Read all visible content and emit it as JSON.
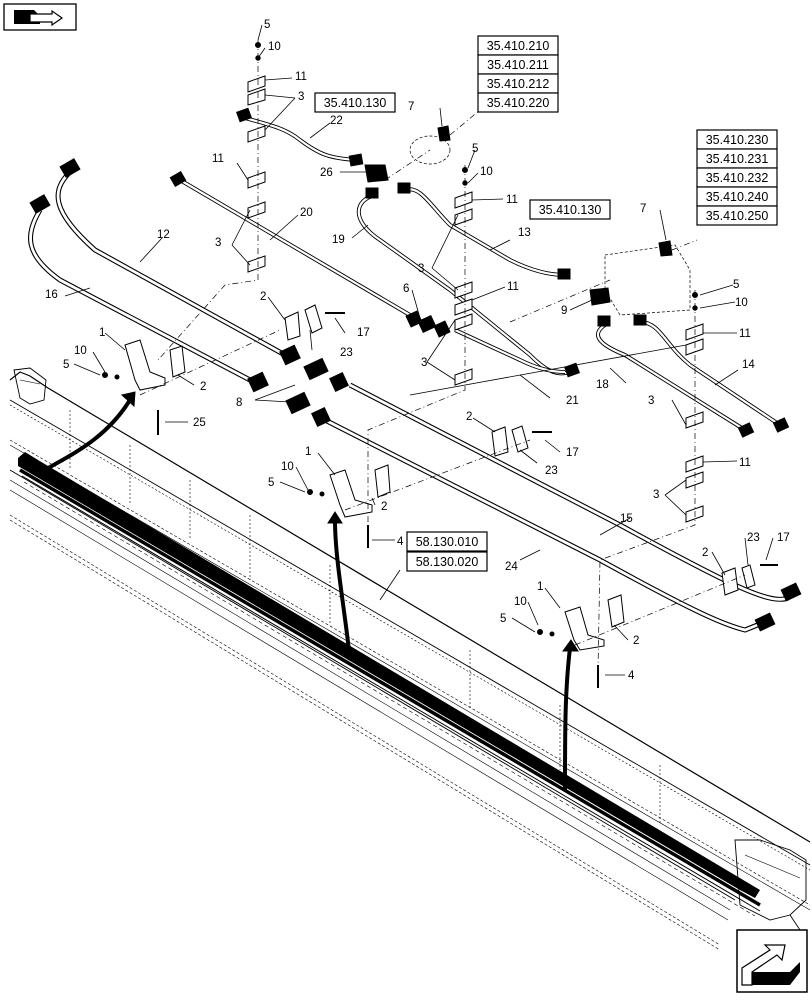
{
  "refs": {
    "r35_410_210": "35.410.210",
    "r35_410_211": "35.410.211",
    "r35_410_212": "35.410.212",
    "r35_410_220": "35.410.220",
    "r35_410_130_a": "35.410.130",
    "r35_410_130_b": "35.410.130",
    "r35_410_230": "35.410.230",
    "r35_410_231": "35.410.231",
    "r35_410_232": "35.410.232",
    "r35_410_240": "35.410.240",
    "r35_410_250": "35.410.250",
    "r58_130_010": "58.130.010",
    "r58_130_020": "58.130.020"
  },
  "callouts": {
    "c1a": "5",
    "c2a": "10",
    "c3a": "11",
    "c4a": "3",
    "c5a": "22",
    "c6a": "26",
    "c7a": "7",
    "c8a": "11",
    "c9a": "20",
    "c10a": "3",
    "c11a": "12",
    "c12a": "16",
    "c13a": "19",
    "c14a": "5",
    "c15a": "10",
    "c16a": "11",
    "c17a": "13",
    "c18a": "7",
    "c19a": "3",
    "c20a": "11",
    "c21a": "6",
    "c22a": "9",
    "c23a": "5",
    "c24a": "10",
    "c25a": "11",
    "c26a": "3",
    "c27a": "21",
    "c28a": "18",
    "c29a": "14",
    "c30a": "3",
    "c31a": "2",
    "c32a": "17",
    "c33a": "23",
    "c34a": "1",
    "c35a": "10",
    "c36a": "5",
    "c37a": "2",
    "c38a": "8",
    "c39a": "25",
    "c40a": "2",
    "c41a": "17",
    "c42a": "23",
    "c43a": "1",
    "c44a": "10",
    "c45a": "5",
    "c46a": "2",
    "c47a": "4",
    "c48a": "11",
    "c49a": "3",
    "c50a": "15",
    "c51a": "24",
    "c52a": "23",
    "c53a": "17",
    "c54a": "2",
    "c55a": "1",
    "c56a": "10",
    "c57a": "5",
    "c58a": "2",
    "c59a": "4"
  },
  "icons": {
    "top_left": "book-nav-icon",
    "bottom_right": "next-arrow-icon"
  }
}
